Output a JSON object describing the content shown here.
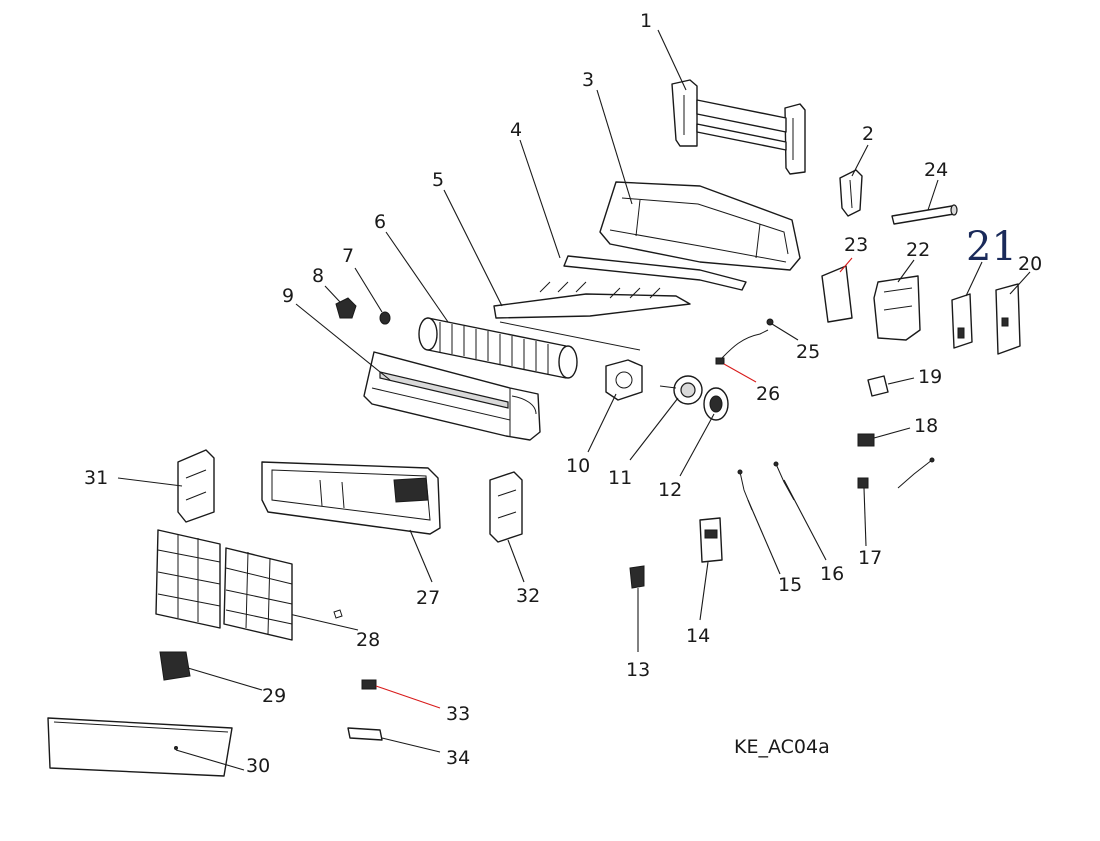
{
  "diagram_code": "KE_AC04a",
  "callouts": {
    "p1": "1",
    "p2": "2",
    "p3": "3",
    "p4": "4",
    "p5": "5",
    "p6": "6",
    "p7": "7",
    "p8": "8",
    "p9": "9",
    "p10": "10",
    "p11": "11",
    "p12": "12",
    "p13": "13",
    "p14": "14",
    "p15": "15",
    "p16": "16",
    "p17": "17",
    "p18": "18",
    "p19": "19",
    "p20": "20",
    "p21": "21",
    "p22": "22",
    "p23": "23",
    "p24": "24",
    "p25": "25",
    "p26": "26",
    "p27": "27",
    "p28": "28",
    "p29": "29",
    "p30": "30",
    "p31": "31",
    "p32": "32",
    "p33": "33",
    "p34": "34"
  }
}
